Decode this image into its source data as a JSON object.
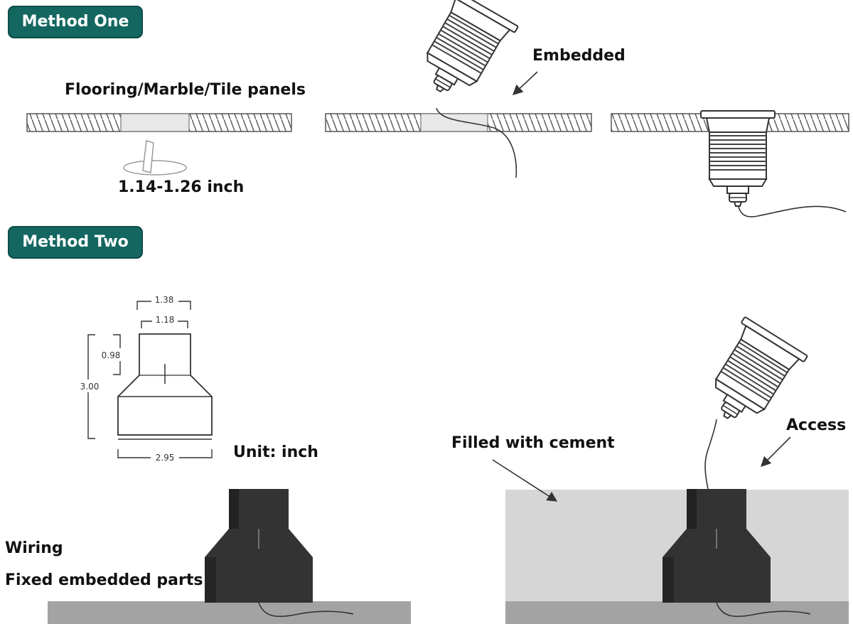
{
  "colors": {
    "badge": "#146660",
    "badge_text": "#ffffff",
    "housing": "#333333",
    "cement": "#d6d6d6",
    "ground": "#a3a3a3",
    "hatch": "#555555",
    "slot": "#e8e8e8"
  },
  "method_one": {
    "title": "Method One",
    "label_panels": "Flooring/Marble/Tile panels",
    "label_hole": "1.14-1.26 inch",
    "label_embedded": "Embedded"
  },
  "method_two": {
    "title": "Method Two",
    "dimensions": {
      "top_outer": "1.38",
      "top_inner": "1.18",
      "collar_height": "0.98",
      "total_height": "3.00",
      "base_width": "2.95"
    },
    "unit_label": "Unit: inch",
    "label_wiring": "Wiring",
    "label_fixed_parts": "Fixed embedded parts",
    "label_cement": "Filled with cement",
    "label_access": "Access"
  }
}
